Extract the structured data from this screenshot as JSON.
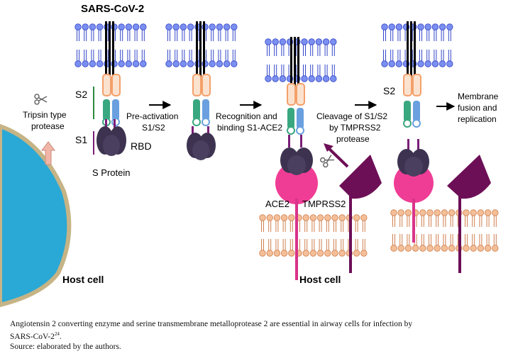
{
  "diagram": {
    "title": "SARS-CoV-2",
    "labels": {
      "s2_left": "S2",
      "s1_left": "S1",
      "protease_line1": "Tripsin type",
      "protease_line2": "protease",
      "rbd": "RBD",
      "s_protein": "S Protein",
      "step1_line1": "Pre-activation",
      "step1_line2": "S1/S2",
      "step2_line1": "Recognition and",
      "step2_line2": "binding S1-ACE2",
      "step3_line1": "Cleavage of S1/S2",
      "step3_line2": "by TMPRSS2",
      "step3_line3": "protease",
      "s2_right": "S2",
      "step4_line1": "Membrane",
      "step4_line2": "fusion and",
      "step4_line3": "replication",
      "ace2": "ACE2",
      "tmprss2": "TMPRSS2",
      "host_cell_left": "Host cell",
      "host_cell_center": "Host cell"
    },
    "colors": {
      "viral_lipid_head": "#7b8ff0",
      "viral_lipid_edge": "#3346c9",
      "host_lipid_head": "#f4bf98",
      "host_lipid_edge": "#cf7f4e",
      "s2_orange": "#f4a06a",
      "s2_teal": "#39a77f",
      "s1_blue": "#6aa0df",
      "rbd_dark": "#3d3350",
      "purple": "#7a1e78",
      "ace2_pink": "#ef3d95",
      "tmprss2": "#6d0f57",
      "cell_blue": "#2aa8d6",
      "cell_edge": "#c6b486",
      "arrow_pink": "#f2b6a8"
    },
    "icons": [
      "scissors-icon",
      "scissors-icon"
    ]
  },
  "caption": {
    "line1": "Angiotensin 2 converting enzyme and serine transmembrane metalloprotease 2 are essential in airway cells for infection by",
    "line2_text": "SARS-CoV-2",
    "line2_ref": "24",
    "line2_end": ".",
    "line3": "Source: elaborated by the authors."
  }
}
